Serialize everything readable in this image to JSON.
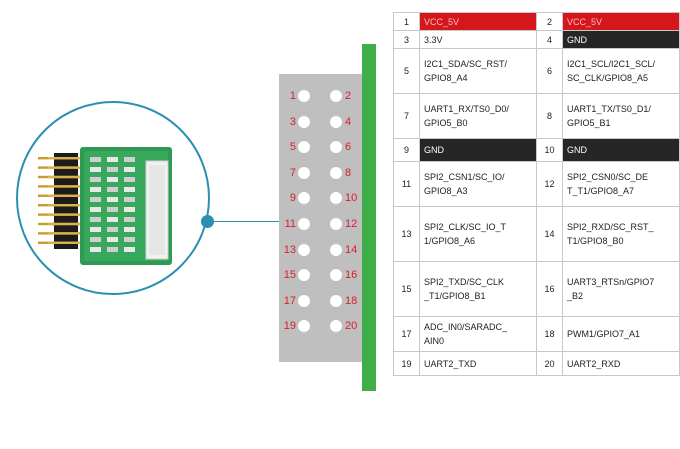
{
  "colors": {
    "callout": "#2b8fb0",
    "header_gray": "#bfbfbf",
    "green_bar": "#3fae49",
    "pin_number": "#d6202a",
    "vcc_fill": "#d6161d",
    "gnd_fill": "#262626"
  },
  "header_pins": {
    "left_numbers": [
      "1",
      "3",
      "5",
      "7",
      "9",
      "11",
      "13",
      "15",
      "17",
      "19"
    ],
    "right_numbers": [
      "2",
      "4",
      "6",
      "8",
      "10",
      "12",
      "14",
      "16",
      "18",
      "20"
    ]
  },
  "table": {
    "rows": [
      {
        "left_pin": "1",
        "left_signal": "VCC_5V",
        "left_style": "red",
        "right_pin": "2",
        "right_signal": "VCC_5V",
        "right_style": "red"
      },
      {
        "left_pin": "3",
        "left_signal": "3.3V",
        "left_style": "plain",
        "right_pin": "4",
        "right_signal": "GND",
        "right_style": "black"
      },
      {
        "left_pin": "5",
        "left_signal": "I2C1_SDA/SC_RST/\nGPIO8_A4",
        "left_style": "plain",
        "right_pin": "6",
        "right_signal": "I2C1_SCL/I2C1_SCL/\nSC_CLK/GPIO8_A5",
        "right_style": "plain"
      },
      {
        "left_pin": "7",
        "left_signal": "UART1_RX/TS0_D0/\nGPIO5_B0",
        "left_style": "plain",
        "right_pin": "8",
        "right_signal": "UART1_TX/TS0_D1/\nGPIO5_B1",
        "right_style": "plain"
      },
      {
        "left_pin": "9",
        "left_signal": "GND",
        "left_style": "black",
        "right_pin": "10",
        "right_signal": "GND",
        "right_style": "black"
      },
      {
        "left_pin": "11",
        "left_signal": "SPI2_CSN1/SC_IO/\nGPIO8_A3",
        "left_style": "plain",
        "right_pin": "12",
        "right_signal": "SPI2_CSN0/SC_DE\nT_T1/GPIO8_A7",
        "right_style": "plain"
      },
      {
        "left_pin": "13",
        "left_signal": "SPI2_CLK/SC_IO_T\n1/GPIO8_A6",
        "left_style": "plain",
        "right_pin": "14",
        "right_signal": "SPI2_RXD/SC_RST_\nT1/GPIO8_B0",
        "right_style": "plain"
      },
      {
        "left_pin": "15",
        "left_signal": "SPI2_TXD/SC_CLK\n_T1/GPIO8_B1",
        "left_style": "plain",
        "right_pin": "16",
        "right_signal": "UART3_RTSn/GPIO7\n_B2",
        "right_style": "plain"
      },
      {
        "left_pin": "17",
        "left_signal": "ADC_IN0/SARADC_\nAIN0",
        "left_style": "plain",
        "right_pin": "18",
        "right_signal": "PWM1/GPIO7_A1",
        "right_style": "plain"
      },
      {
        "left_pin": "19",
        "left_signal": "UART2_TXD",
        "left_style": "plain",
        "right_pin": "20",
        "right_signal": "UART2_RXD",
        "right_style": "plain"
      }
    ]
  }
}
